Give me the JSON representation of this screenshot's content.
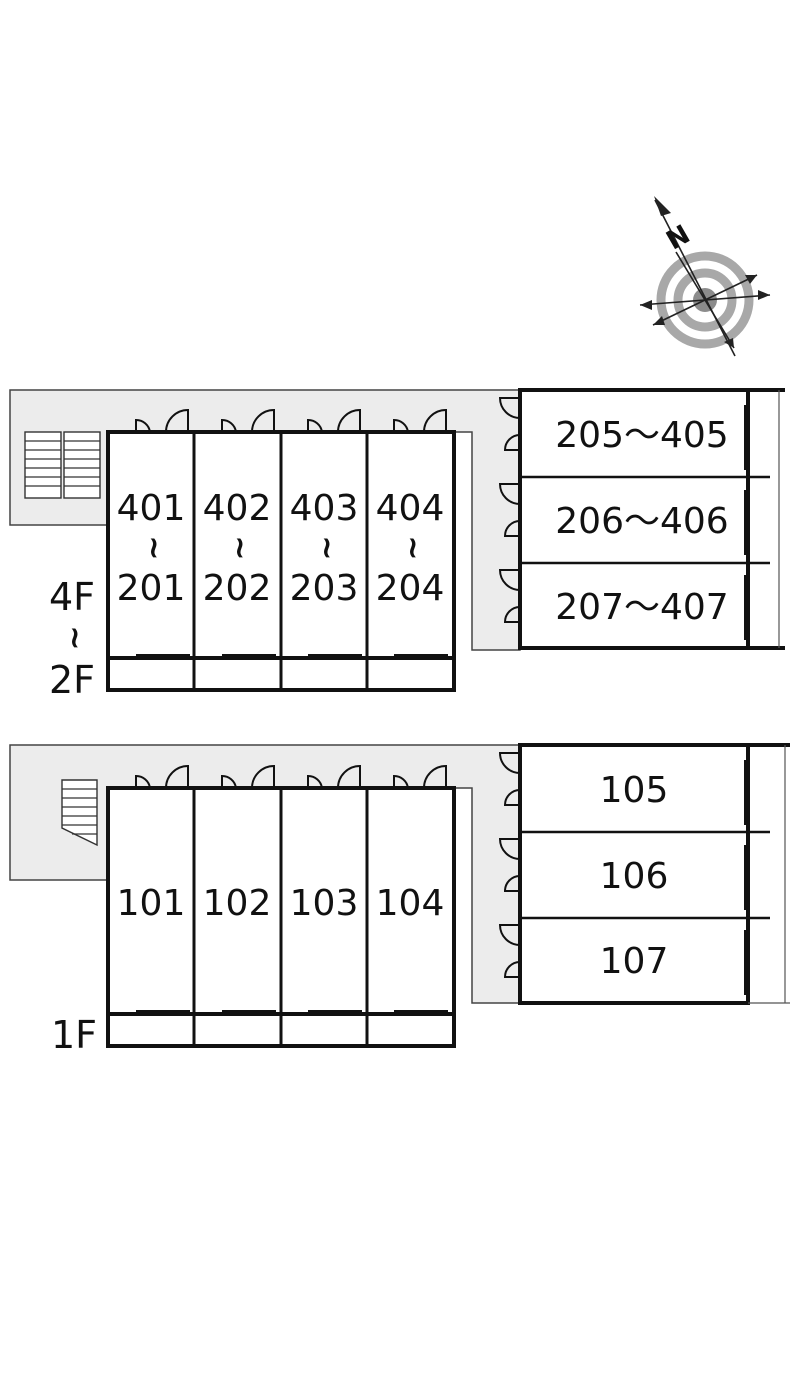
{
  "upper_block": {
    "floor_top": "4F",
    "floor_range_mark": "~",
    "floor_bottom": "2F",
    "units_left": [
      {
        "top": "401",
        "mark": "~",
        "bottom": "201"
      },
      {
        "top": "402",
        "mark": "~",
        "bottom": "202"
      },
      {
        "top": "403",
        "mark": "~",
        "bottom": "203"
      },
      {
        "top": "404",
        "mark": "~",
        "bottom": "204"
      }
    ],
    "units_right": [
      "205～405",
      "206～406",
      "207～407"
    ]
  },
  "lower_block": {
    "floor": "1F",
    "units_left": [
      "101",
      "102",
      "103",
      "104"
    ],
    "units_right": [
      "105",
      "106",
      "107"
    ]
  },
  "compass": {
    "north_label": "N",
    "icon": "compass-rose-icon"
  },
  "colors": {
    "line": "#111111",
    "corridor_fill": "#ececec",
    "compass_gray": "#9a9a9a"
  }
}
